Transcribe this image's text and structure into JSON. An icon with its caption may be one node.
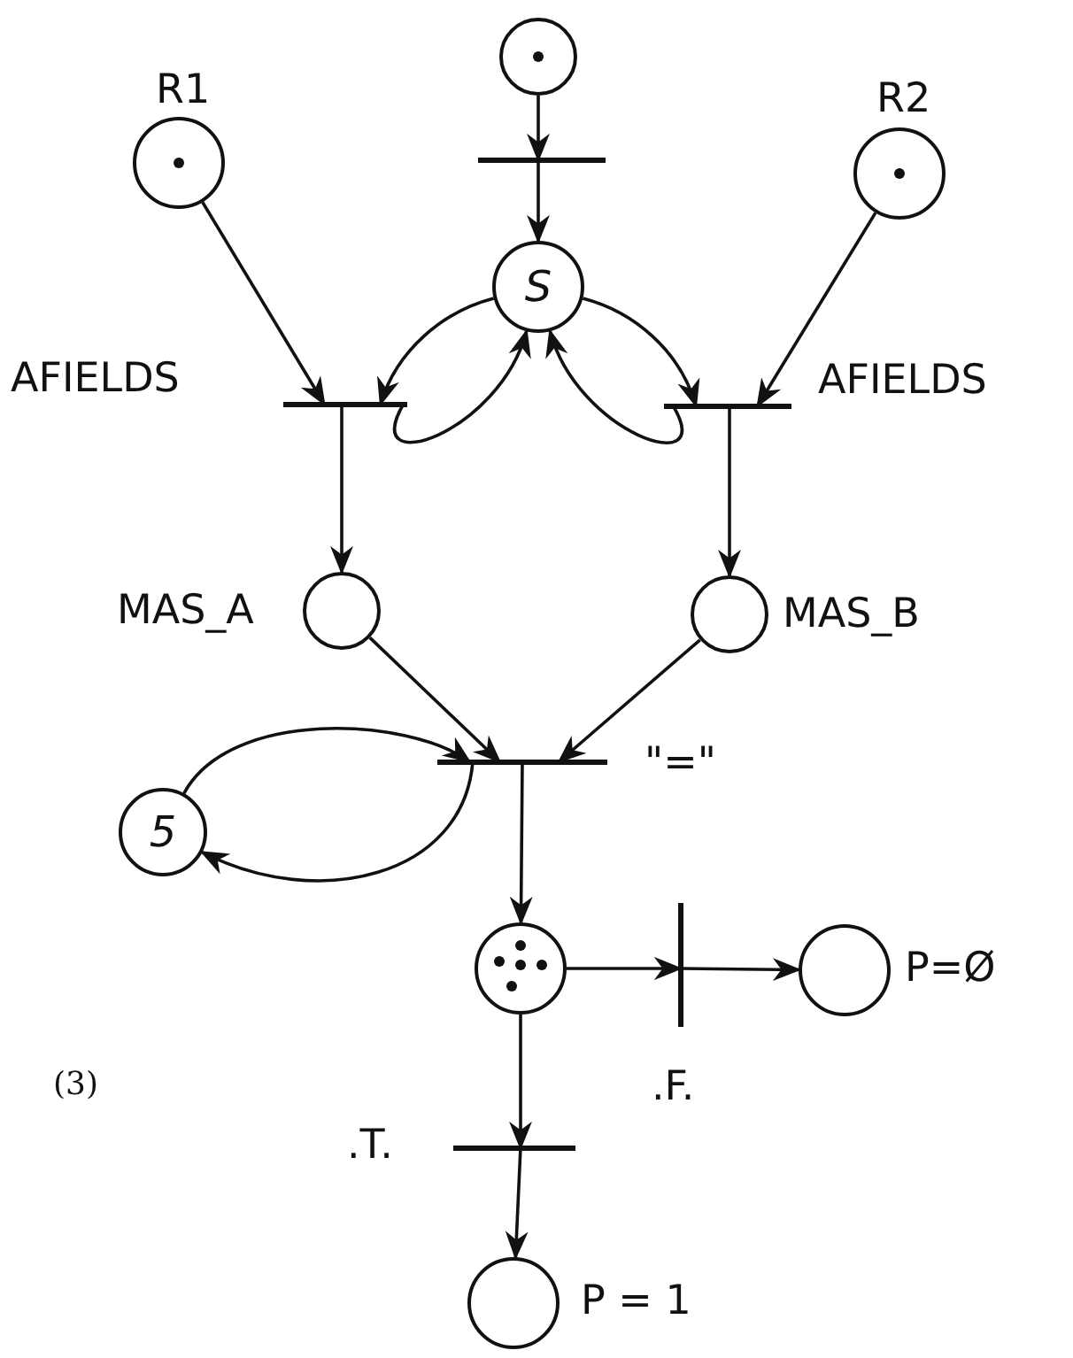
{
  "diagram": {
    "nodes": [
      {
        "text": [],
        "shape": "circle",
        "beside": [
          "R1"
        ]
      },
      {
        "text": [],
        "shape": "circle"
      },
      {
        "text": [],
        "shape": "circle",
        "beside": [
          "R2"
        ]
      },
      {
        "text": [],
        "shape": "bar"
      },
      {
        "text": [
          "S"
        ]
      },
      {
        "text": [],
        "shape": "bar",
        "beside": [
          "AFIELDS"
        ]
      },
      {
        "text": [],
        "shape": "bar",
        "beside": [
          "AFIELDS"
        ]
      },
      {
        "text": [],
        "shape": "circle",
        "beside": [
          "MAS_A"
        ]
      },
      {
        "text": [],
        "shape": "circle",
        "beside": [
          "MAS_B"
        ]
      },
      {
        "text": [],
        "shape": "bar",
        "beside": [
          "\"=\""
        ]
      },
      {
        "text": [
          "5"
        ]
      },
      {
        "text": [],
        "shape": "circle"
      },
      {
        "text": [],
        "shape": "bar",
        "beside": [
          ".F."
        ]
      },
      {
        "text": [],
        "shape": "circle",
        "beside": [
          "P=Ø"
        ]
      },
      {
        "text": [],
        "shape": "bar",
        "beside": [
          ".T."
        ]
      },
      {
        "text": [],
        "shape": "circle",
        "beside": [
          "P = 1"
        ]
      }
    ],
    "edges": [
      {
        "from": 1,
        "to": 3,
        "arrow": "to"
      },
      {
        "from": 3,
        "to": 4,
        "arrow": "to"
      },
      {
        "from": 0,
        "to": 5,
        "arrow": "to"
      },
      {
        "from": 2,
        "to": 6,
        "arrow": "to"
      },
      {
        "from": 4,
        "to": 5,
        "arrow": "to"
      },
      {
        "from": 5,
        "to": 4,
        "arrow": "to"
      },
      {
        "from": 4,
        "to": 6,
        "arrow": "to"
      },
      {
        "from": 6,
        "to": 4,
        "arrow": "to"
      },
      {
        "from": 5,
        "to": 7,
        "arrow": "to"
      },
      {
        "from": 6,
        "to": 8,
        "arrow": "to"
      },
      {
        "from": 7,
        "to": 9,
        "arrow": "to"
      },
      {
        "from": 8,
        "to": 9,
        "arrow": "to"
      },
      {
        "from": 10,
        "to": 9,
        "arrow": "to"
      },
      {
        "from": 9,
        "to": 10,
        "arrow": "to"
      },
      {
        "from": 9,
        "to": 11,
        "arrow": "to"
      },
      {
        "from": 11,
        "to": 12,
        "arrow": "to"
      },
      {
        "from": 12,
        "to": 13,
        "arrow": "to"
      },
      {
        "from": 11,
        "to": 14,
        "arrow": "to"
      },
      {
        "from": 14,
        "to": 15,
        "arrow": "to"
      }
    ],
    "labels": [
      "(3)"
    ]
  }
}
